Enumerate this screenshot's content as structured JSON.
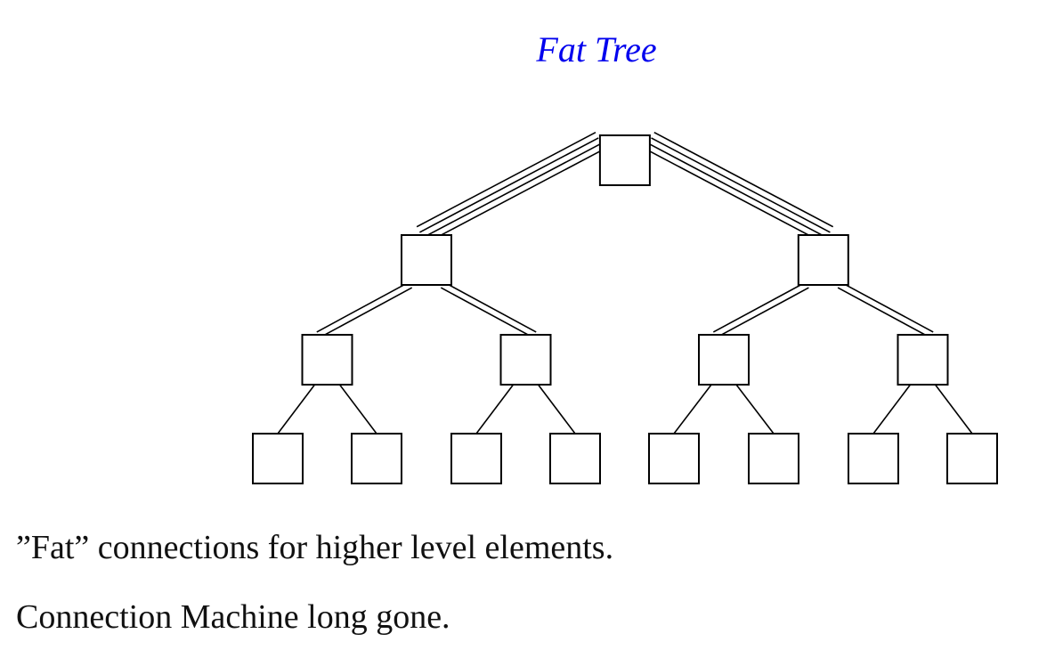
{
  "slide": {
    "title": "Fat Tree",
    "title_color": "#0000ee",
    "captions": [
      "”Fat” connections for higher level elements.",
      "Connection Machine long gone."
    ]
  },
  "diagram": {
    "type": "binary-fat-tree",
    "levels": 4,
    "stroke_color": "#000000",
    "node_fill": "#ffffff",
    "link_multiplicity_by_depth": [
      4,
      2,
      1
    ]
  }
}
